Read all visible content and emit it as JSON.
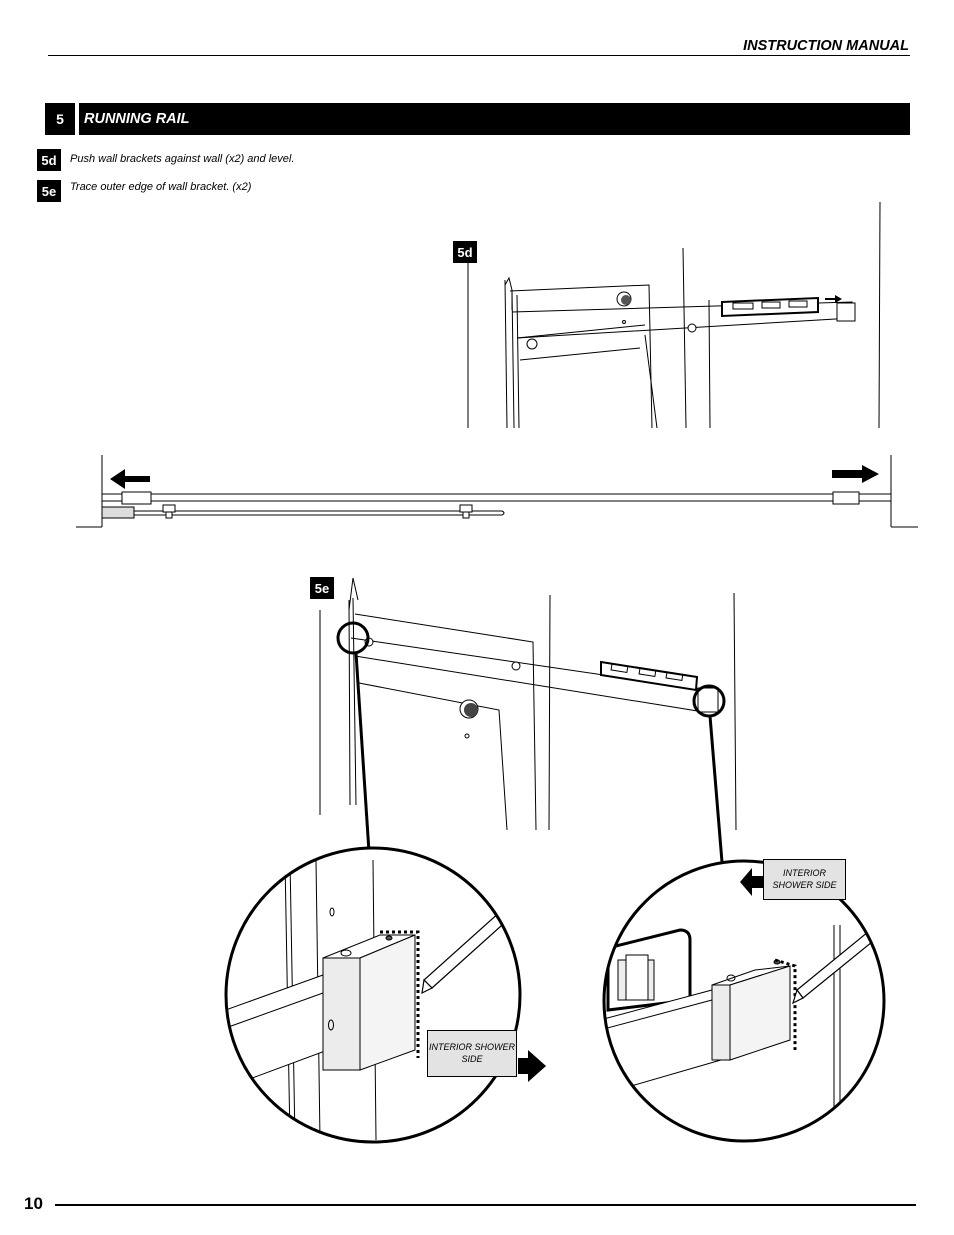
{
  "header": {
    "title": "INSTRUCTION MANUAL"
  },
  "section": {
    "number": "5",
    "title": "RUNNING RAIL"
  },
  "steps": [
    {
      "id": "5d",
      "text": "Push wall brackets against wall (x2) and level."
    },
    {
      "id": "5e",
      "text": "Trace outer edge of wall bracket. (x2)"
    }
  ],
  "figures": {
    "fig_5d_label": "5d",
    "fig_5e_label": "5e"
  },
  "callouts": {
    "left": "INTERIOR SHOWER SIDE",
    "right": "INTERIOR SHOWER SIDE"
  },
  "footer": {
    "page_number": "10"
  }
}
